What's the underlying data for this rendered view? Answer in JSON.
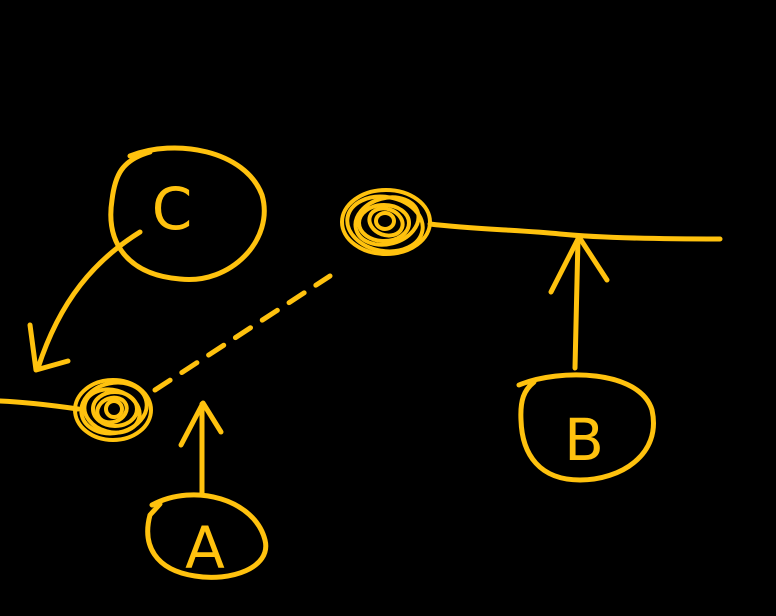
{
  "colors": {
    "background": "#000000",
    "ink": "#FFC20E"
  },
  "labels": {
    "a": "A",
    "b": "B",
    "c": "C"
  }
}
